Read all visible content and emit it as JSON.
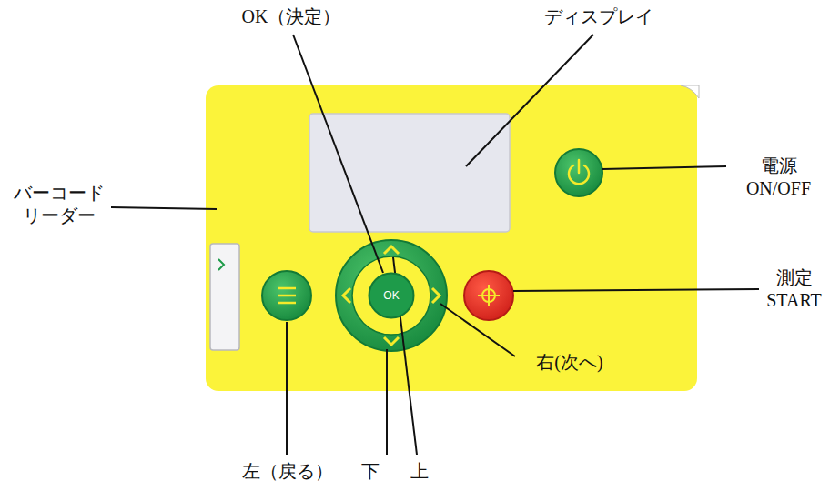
{
  "diagram": {
    "nodes": [
      {
        "text": [
          "OK"
        ]
      }
    ],
    "labels": [
      "OK（決定）",
      "ディスプレイ",
      "電源 ON/OFF",
      "バーコード リーダー",
      "測定 START",
      "右(次へ)",
      "左（戻る）",
      "下",
      "上"
    ]
  }
}
